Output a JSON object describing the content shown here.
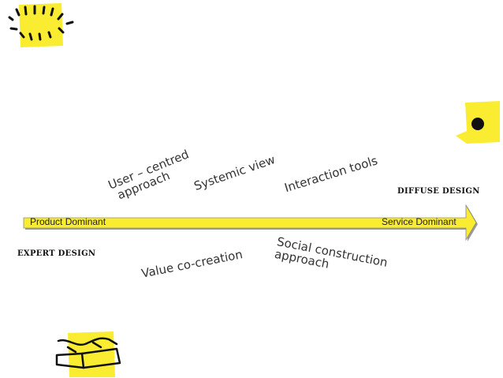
{
  "colors": {
    "accent": "#f9ec31",
    "ink": "#111111",
    "text": "#333333"
  },
  "axis": {
    "left_label": "Product Dominant",
    "right_label": "Service Dominant"
  },
  "ends": {
    "right_top": "DIFFUSE DESIGN",
    "left_bottom": "EXPERT DESIGN"
  },
  "above": {
    "user_line1": "User – centred",
    "user_line2": "approach",
    "systemic": "Systemic view",
    "interaction": "Interaction tools"
  },
  "below": {
    "value": "Value co-creation",
    "social_line1": "Social construction",
    "social_line2": "approach"
  },
  "decorations": [
    "sun-doodle-icon",
    "dot-sticker-icon",
    "box-doodle-icon"
  ]
}
